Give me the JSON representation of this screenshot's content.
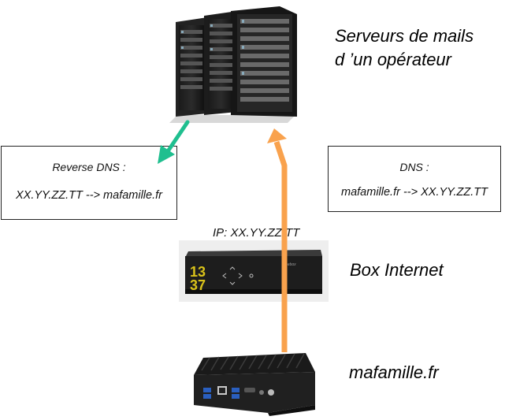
{
  "server": {
    "label_line1": "Serveurs de mails",
    "label_line2": "d ’un opérateur"
  },
  "reverse_dns": {
    "title": "Reverse DNS :",
    "mapping": "XX.YY.ZZ.TT --> mafamille.fr"
  },
  "dns": {
    "title": "DNS :",
    "mapping": "mafamille.fr --> XX.YY.ZZ.TT"
  },
  "ip_label": "IP: XX.YY.ZZ.TT",
  "box_internet": {
    "label": "Box Internet",
    "logo_text_top": "13",
    "logo_text_bottom": "37",
    "brand": "freebox"
  },
  "mini_pc": {
    "label": "mafamille.fr"
  },
  "colors": {
    "orange_arrow": "#f9a24d",
    "green_arrow": "#1fbf8f",
    "logo_yellow": "#d9c21a"
  }
}
